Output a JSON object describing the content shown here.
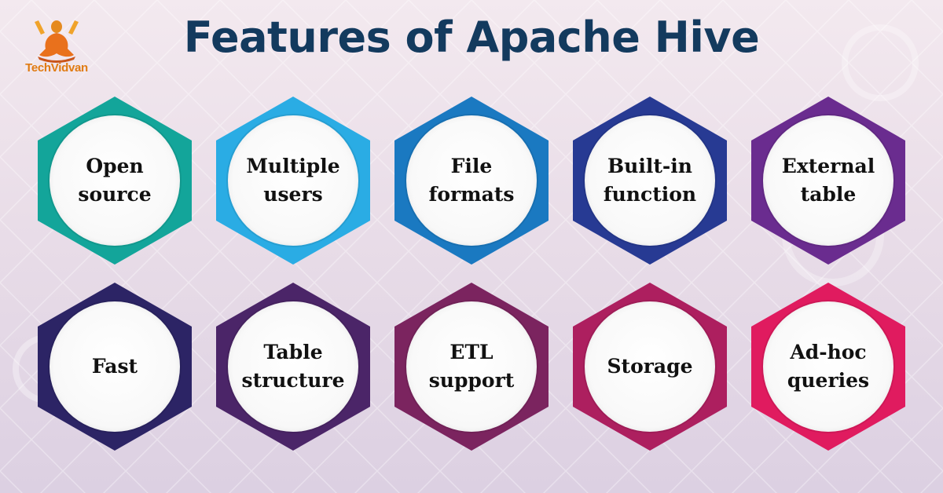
{
  "header": {
    "title": "Features of Apache Hive",
    "logo_text": "TechVidvan"
  },
  "features": [
    {
      "label": "Open\nsource",
      "color": "#13a59a",
      "color_dark": "#0e8a80"
    },
    {
      "label": "Multiple\nusers",
      "color": "#2aace4",
      "color_dark": "#1f93c8"
    },
    {
      "label": "File\nformats",
      "color": "#1a79c1",
      "color_dark": "#1562a0"
    },
    {
      "label": "Built-in\nfunction",
      "color": "#273a93",
      "color_dark": "#1e2e78"
    },
    {
      "label": "External\ntable",
      "color": "#6a2c8f",
      "color_dark": "#562375"
    },
    {
      "label": "Fast",
      "color": "#2c2465",
      "color_dark": "#221c50"
    },
    {
      "label": "Table\nstructure",
      "color": "#4b2568",
      "color_dark": "#3b1d53"
    },
    {
      "label": "ETL\nsupport",
      "color": "#7b245f",
      "color_dark": "#631d4c"
    },
    {
      "label": "Storage",
      "color": "#ad1f5f",
      "color_dark": "#8f194e"
    },
    {
      "label": "Ad-hoc\nqueries",
      "color": "#e01b5f",
      "color_dark": "#bd164f"
    }
  ]
}
